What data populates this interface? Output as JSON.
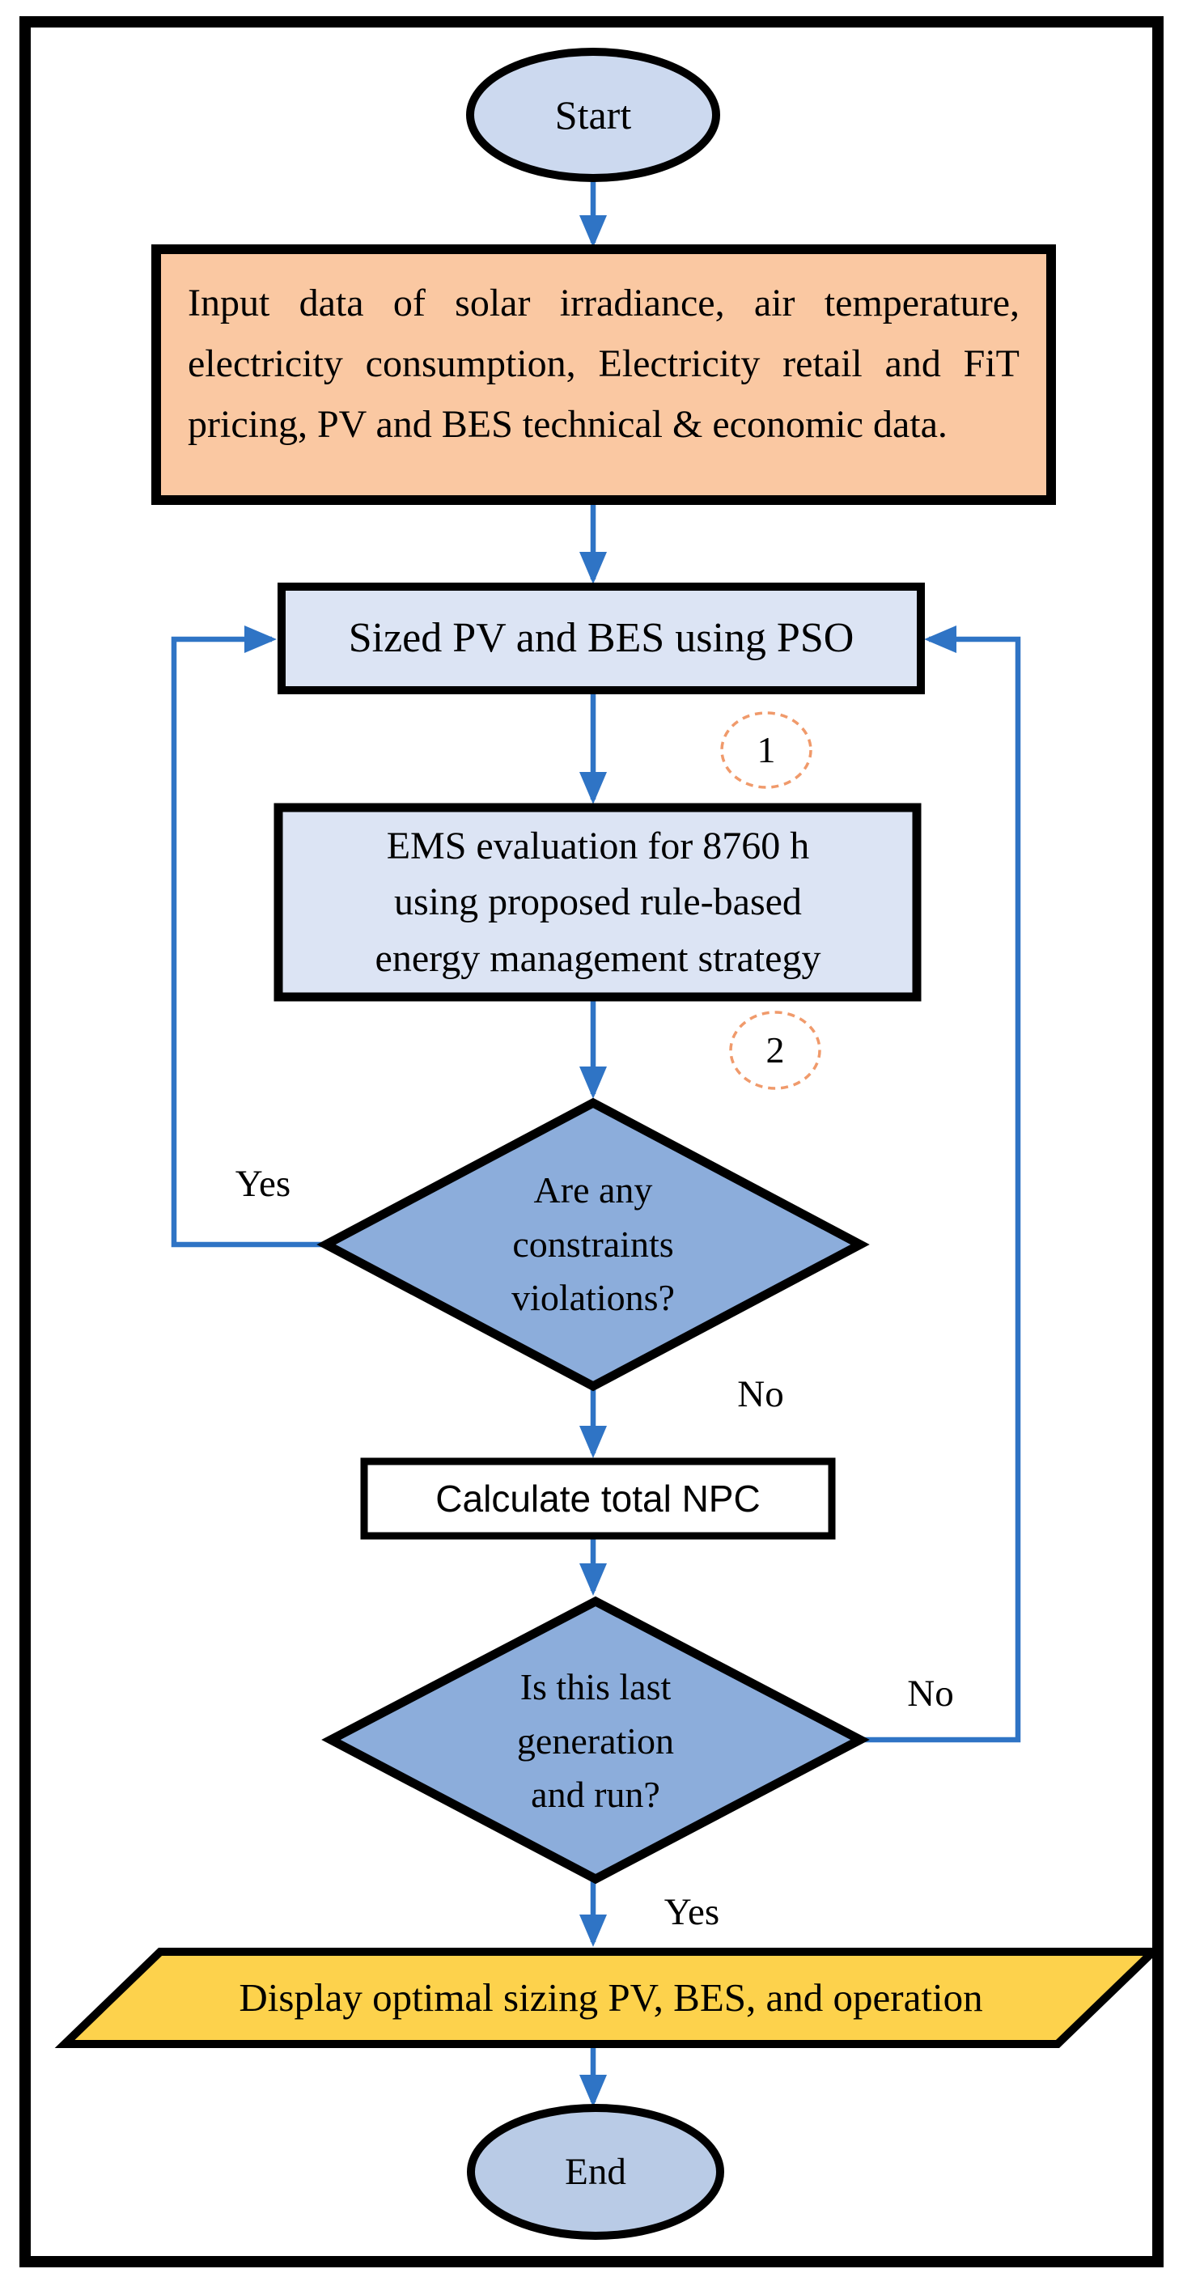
{
  "diagram": {
    "nodes": {
      "start": "Start",
      "input_data": "Input data of solar irradiance, air temperature, electricity consumption, Electricity retail and FiT pricing, PV and BES technical & economic data.",
      "sizing": "Sized PV and BES using PSO",
      "ems": "EMS evaluation for 8760 h\nusing proposed rule-based\nenergy management strategy",
      "decision_constraints": "Are any\nconstraints\nviolations?",
      "calculate_npc": "Calculate total NPC",
      "decision_last_generation": "Is this last\ngeneration\nand run?",
      "display_result": "Display optimal sizing PV, BES, and operation",
      "end": "End"
    },
    "connector_badges": {
      "badge1": "1",
      "badge2": "2"
    },
    "edge_labels": {
      "constraints_yes": "Yes",
      "constraints_no": "No",
      "last_generation_no": "No",
      "last_generation_yes": "Yes"
    },
    "colors": {
      "terminal_start_fill": "#ccd9ef",
      "terminal_end_fill": "#b9cbe6",
      "input_fill": "#fac8a2",
      "process_fill": "#dce4f4",
      "decision_fill": "#8caddb",
      "output_fill": "#fdd24c",
      "npc_fill": "#ffffff",
      "arrow_blue": "#2f74c5",
      "badge_outline_orange": "#f09a6b",
      "shape_border": "#000000"
    }
  }
}
